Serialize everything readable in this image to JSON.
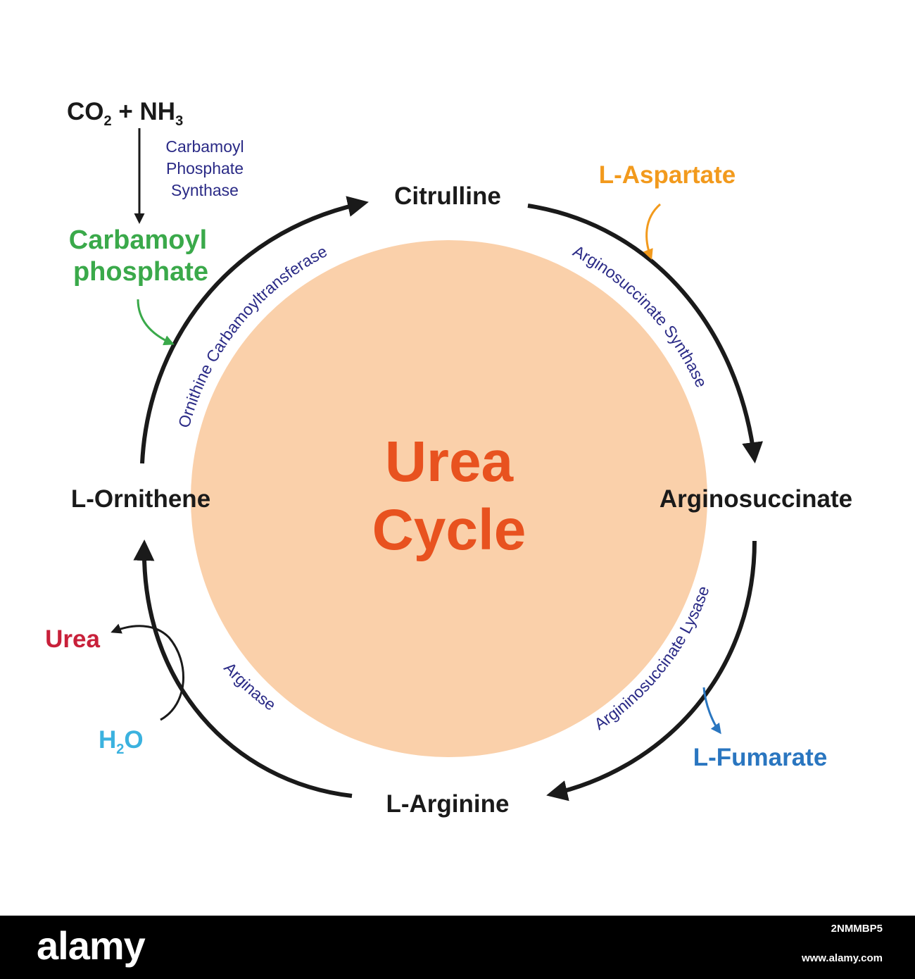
{
  "title": {
    "line1": "Urea",
    "line2": "Cycle"
  },
  "compounds": {
    "citrulline": "Citrulline",
    "arginosuccinate": "Arginosuccinate",
    "arginine": "L-Arginine",
    "ornithene": "L-Ornithene"
  },
  "enzymes": {
    "otc": "Ornithine Carbamoyltransferase",
    "ass": "Arginosuccinate Synthase",
    "asl": "Argininosuccinate Lysase",
    "arginase": "Arginase",
    "cps": [
      "Carbamoyl",
      "Phosphate",
      "Synthase"
    ]
  },
  "inputs": {
    "co2_main": "CO",
    "co2_sub": "2",
    "plus": " + NH",
    "nh3_sub": "3",
    "carbamoyl_phosphate": [
      "Carbamoyl",
      "phosphate"
    ],
    "aspartate": "L-Aspartate",
    "water_main": "H",
    "water_sub": "2",
    "water_end": "O"
  },
  "outputs": {
    "fumarate": "L-Fumarate",
    "urea": "Urea"
  },
  "watermark": {
    "logo": "alamy",
    "code": "2NMMBP5",
    "url": "www.alamy.com"
  },
  "colors": {
    "circle": "#fad0aa",
    "title": "#e8521f",
    "enzyme": "#2a2a86",
    "carbamoyl": "#3aa94a",
    "aspartate": "#f29a1d",
    "fumarate": "#2a76c0",
    "urea": "#c8203a",
    "water": "#3bb2df",
    "black": "#1a1a1a"
  }
}
